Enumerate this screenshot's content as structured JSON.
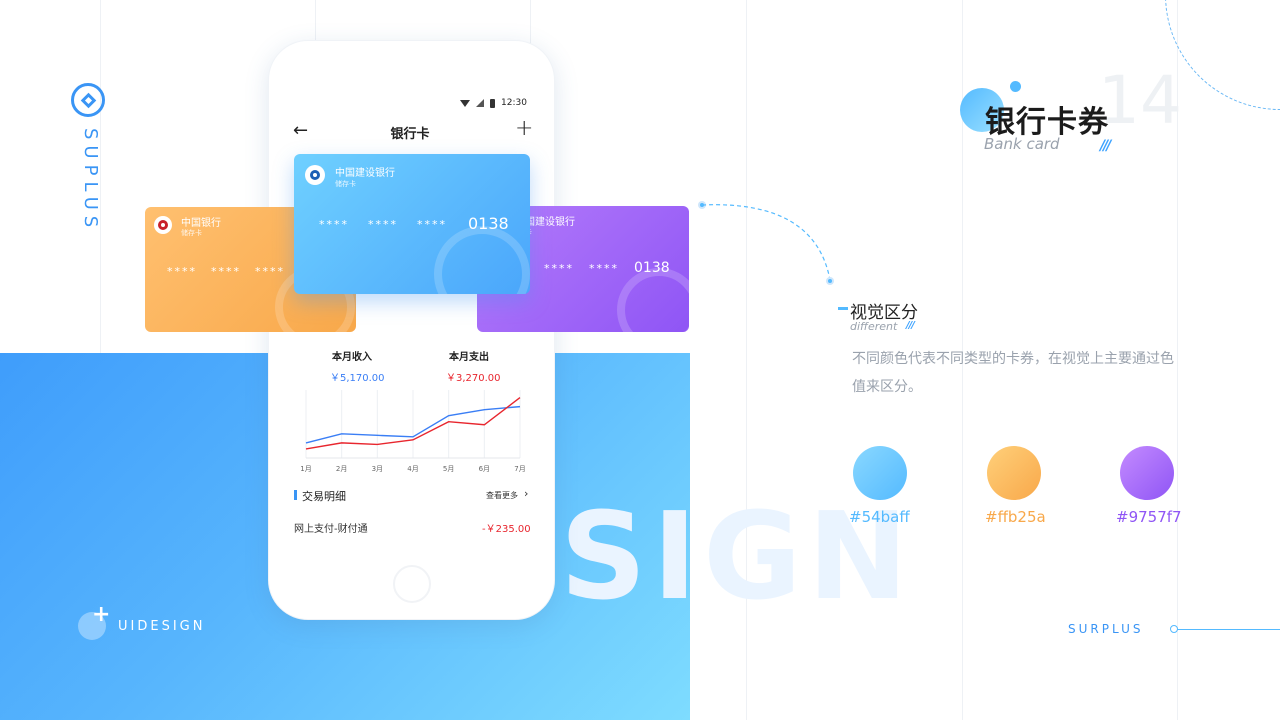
{
  "brand": {
    "name": "SUPLUS"
  },
  "bottom_left": {
    "label": "UIDESIGN"
  },
  "watermark_text": "SIGN",
  "phone": {
    "status_time": "12:30",
    "nav_title": "银行卡",
    "back_icon": "←",
    "add_icon": "+",
    "cards": [
      {
        "bank": "中国银行",
        "type": "储存卡",
        "number_mask": [
          "****",
          "****",
          "****"
        ],
        "tail": "",
        "color": "#ffb25a"
      },
      {
        "bank": "中国建设银行",
        "type": "储存卡",
        "number_mask": [
          "****",
          "****",
          "****"
        ],
        "tail": "0138",
        "color": "#54baff"
      },
      {
        "bank": "国建设银行",
        "type": "卡",
        "number_mask": [
          "****",
          "****"
        ],
        "tail": "0138",
        "color": "#9757f7"
      }
    ],
    "income_label": "本月收入",
    "income_value": "￥5,170.00",
    "expense_label": "本月支出",
    "expense_value": "￥3,270.00",
    "transactions_title": "交易明细",
    "more_label": "查看更多",
    "transaction": {
      "name": "网上支付-财付通",
      "amount": "-￥235.00"
    }
  },
  "chart_data": {
    "type": "line",
    "categories": [
      "1月",
      "2月",
      "3月",
      "4月",
      "5月",
      "6月",
      "7月"
    ],
    "series": [
      {
        "values": [
          1.0,
          1.6,
          1.5,
          1.4,
          2.8,
          3.2,
          3.4
        ],
        "color": "#3a7ef5"
      },
      {
        "values": [
          0.6,
          1.0,
          0.9,
          1.2,
          2.4,
          2.2,
          4.0
        ],
        "color": "#e8262e"
      }
    ],
    "ylim": [
      0,
      4.5
    ],
    "grid": true
  },
  "header": {
    "page_number": "14",
    "title": "银行卡券",
    "subtitle": "Bank card",
    "slashes": "///"
  },
  "section": {
    "title": "视觉区分",
    "subtitle": "different",
    "slashes": "///",
    "description": "不同颜色代表不同类型的卡券，在视觉上主要通过色值来区分。"
  },
  "swatches": [
    {
      "label": "#54baff",
      "color": "#54baff",
      "gradient_to": "#8ad8ff"
    },
    {
      "label": "#ffb25a",
      "color": "#f8a84a",
      "gradient_to": "#ffd07a"
    },
    {
      "label": "#9757f7",
      "color": "#8f55f5",
      "gradient_to": "#c48bff"
    }
  ],
  "footer": {
    "label": "SURPLUS"
  }
}
